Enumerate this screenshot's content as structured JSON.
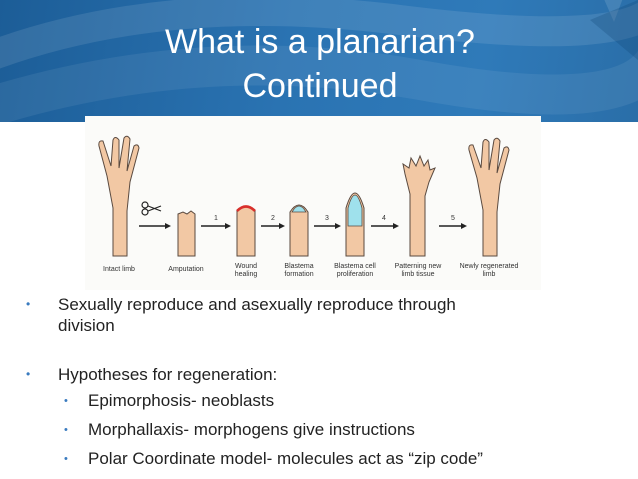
{
  "title": {
    "line1": "What is a planarian?",
    "line2": "Continued"
  },
  "figure": {
    "steps": [
      "1",
      "2",
      "3",
      "4",
      "5"
    ],
    "captions": [
      [
        "Intact limb"
      ],
      [
        "Amputation"
      ],
      [
        "Wound",
        "healing"
      ],
      [
        "Blastema",
        "formation"
      ],
      [
        "Blastema cell",
        "proliferation"
      ],
      [
        "Patterning new",
        "limb tissue"
      ],
      [
        "Newly regenerated",
        "limb"
      ]
    ],
    "colors": {
      "skin": "#f2c8a4",
      "outline": "#5a4a40",
      "wound": "#d9302c",
      "blastema": "#9fe1ec"
    }
  },
  "bullets": {
    "marker": "•",
    "item1": {
      "line1": "Sexually reproduce and asexually reproduce through",
      "line2": "division"
    },
    "item2": "Hypotheses for regeneration:",
    "sub": [
      "Epimorphosis-  neoblasts",
      "Morphallaxis- morphogens give instructions",
      "Polar Coordinate model- molecules act as “zip code”"
    ]
  }
}
